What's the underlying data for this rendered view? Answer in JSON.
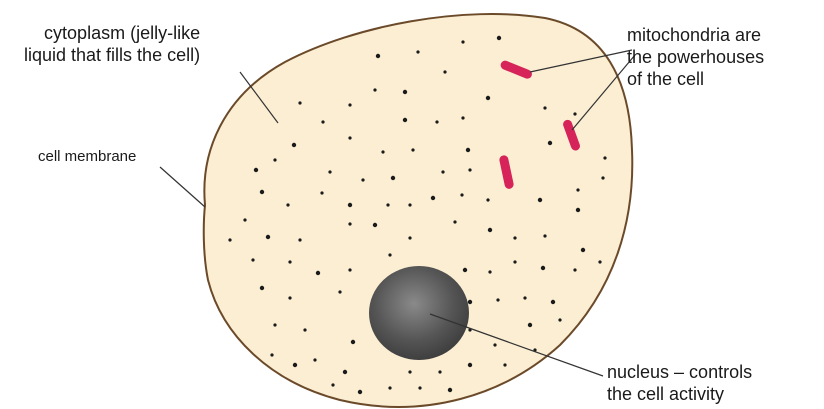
{
  "labels": {
    "cytoplasm": [
      "cytoplasm (jelly-like",
      "liquid that fills the cell)"
    ],
    "cell_membrane": "cell membrane",
    "mitochondria": [
      "mitochondria are",
      "the powerhouses",
      "of the cell"
    ],
    "nucleus": [
      "nucleus – controls",
      "the cell activity"
    ]
  },
  "colors": {
    "cytoplasm_fill": "#fbeed3",
    "membrane": "#6b4a2a",
    "mitochondria": "#d6245a",
    "nucleus": "#555555",
    "dots": "#1a1a1a",
    "leader_lines": "#333333"
  },
  "structures": {
    "mitochondria_count": 3
  }
}
